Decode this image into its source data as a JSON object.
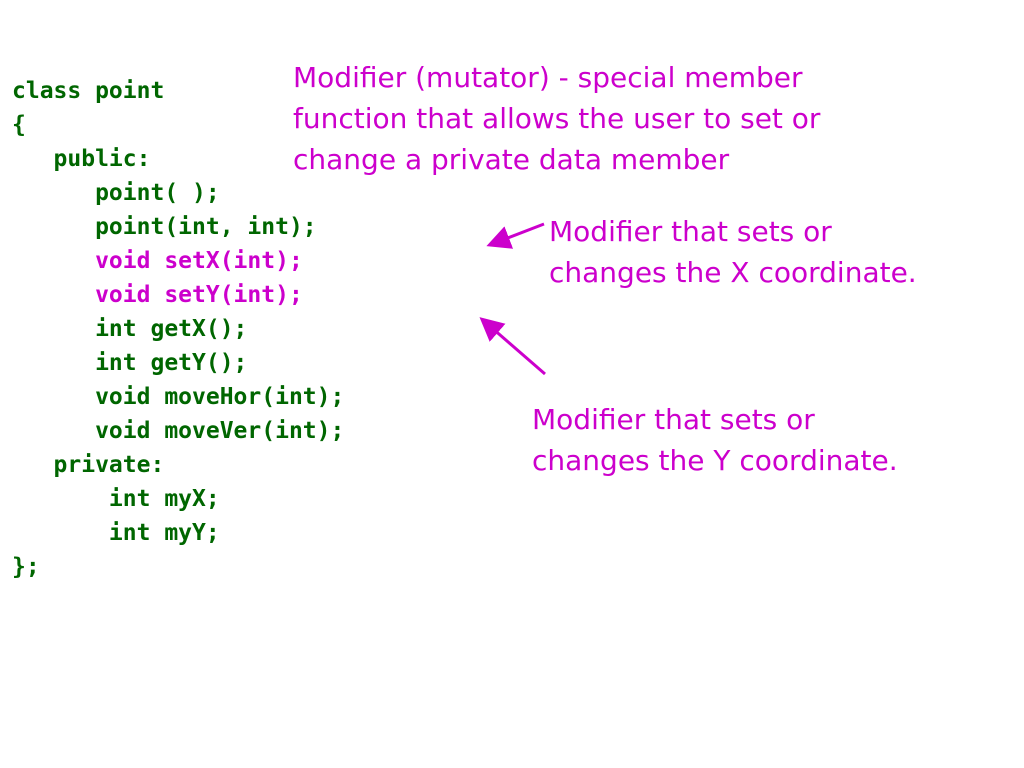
{
  "colors": {
    "code_default": "#006600",
    "code_highlight": "#cc00cc",
    "annotation": "#cc00cc",
    "arrow": "#cc00cc",
    "background": "#ffffff"
  },
  "code": {
    "lines": [
      {
        "text": "class point",
        "highlight": false
      },
      {
        "text": "{",
        "highlight": false
      },
      {
        "text": "   public:",
        "highlight": false
      },
      {
        "text": "      point( );",
        "highlight": false
      },
      {
        "text": "      point(int, int);",
        "highlight": false
      },
      {
        "text": "      void setX(int);",
        "highlight": true
      },
      {
        "text": "      void setY(int);",
        "highlight": true
      },
      {
        "text": "      int getX();",
        "highlight": false
      },
      {
        "text": "      int getY();",
        "highlight": false
      },
      {
        "text": "      void moveHor(int);",
        "highlight": false
      },
      {
        "text": "      void moveVer(int);",
        "highlight": false
      },
      {
        "text": "   private:",
        "highlight": false
      },
      {
        "text": "       int myX;",
        "highlight": false
      },
      {
        "text": "       int myY;",
        "highlight": false
      },
      {
        "text": "};",
        "highlight": false
      }
    ]
  },
  "annotations": {
    "definition": {
      "line1": "Modifier (mutator) - special member",
      "line2": "function that allows the user to set or",
      "line3": "change a private data member"
    },
    "setx_note": {
      "line1": "Modifier that sets or",
      "line2": "changes the X coordinate."
    },
    "sety_note": {
      "line1": "Modifier that sets or",
      "line2": "changes the Y coordinate."
    }
  }
}
